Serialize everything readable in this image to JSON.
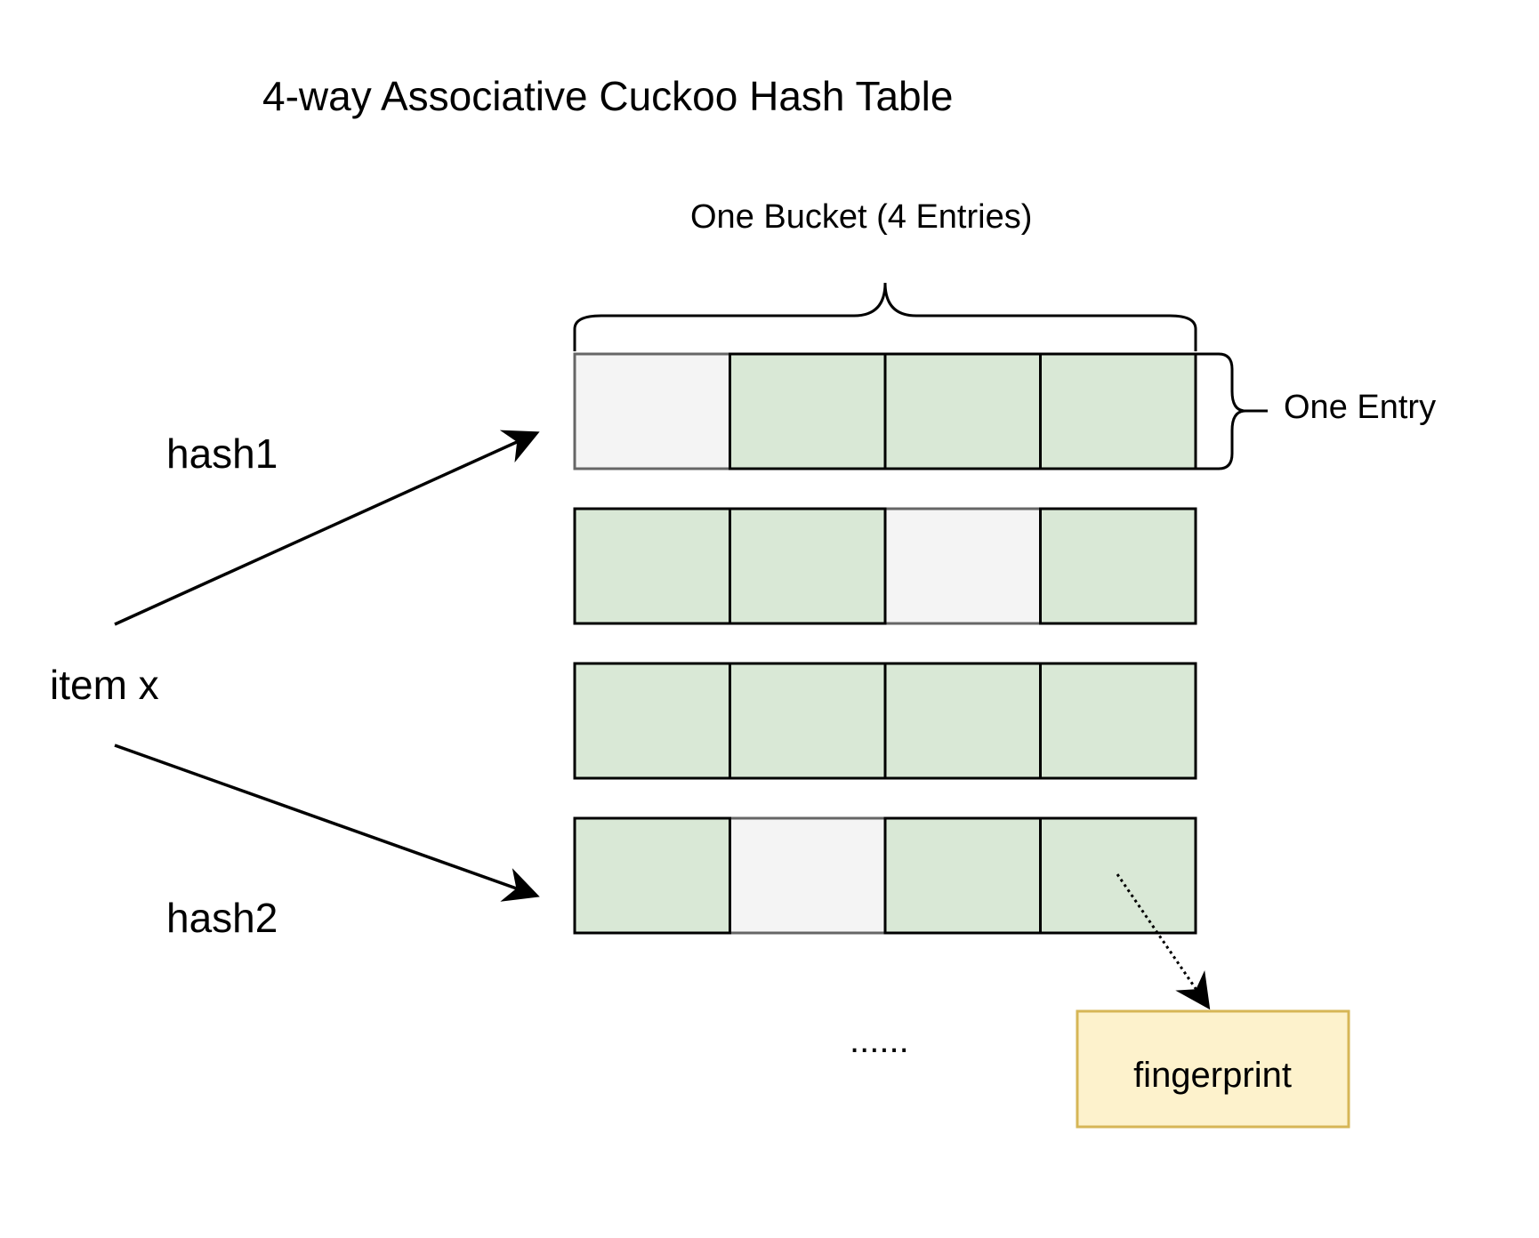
{
  "title": "4-way Associative Cuckoo Hash Table",
  "bucket_label": "One Bucket (4 Entries)",
  "entry_label": "One Entry",
  "item_label": "item x",
  "hash1_label": "hash1",
  "hash2_label": "hash2",
  "ellipsis": "......",
  "fingerprint_label": "fingerprint",
  "colors": {
    "filled_entry": "#d9e8d6",
    "empty_entry": "#f4f4f4",
    "fingerprint_fill": "#fdf2cc",
    "fingerprint_border": "#d6b656",
    "border": "#000000",
    "empty_border": "#666666"
  },
  "buckets": [
    {
      "entries": [
        "empty",
        "filled",
        "filled",
        "filled"
      ]
    },
    {
      "entries": [
        "filled",
        "filled",
        "empty",
        "filled"
      ]
    },
    {
      "entries": [
        "filled",
        "filled",
        "filled",
        "filled"
      ]
    },
    {
      "entries": [
        "filled",
        "empty",
        "filled",
        "filled"
      ]
    }
  ]
}
